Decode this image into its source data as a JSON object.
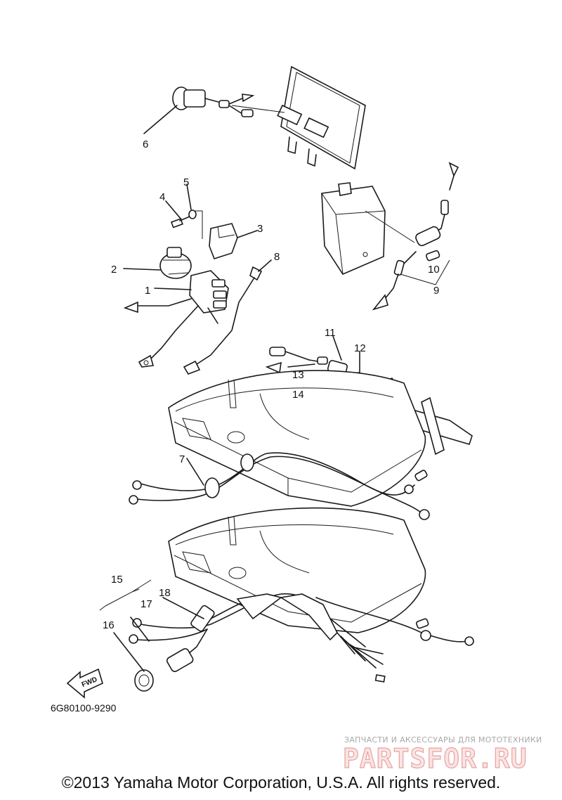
{
  "diagram": {
    "callouts": [
      "1",
      "2",
      "3",
      "4",
      "5",
      "6",
      "7",
      "8",
      "9",
      "10",
      "11",
      "12",
      "13",
      "14",
      "15",
      "16",
      "17",
      "18"
    ],
    "fwd_label": "FWD",
    "drawing_code": "6G80100-9290"
  },
  "watermark": {
    "tagline": "ЗАПЧАСТИ И АКСЕССУАРЫ ДЛЯ МОТОТЕХНИКИ",
    "logo": "PARTSFOR.RU"
  },
  "footer": {
    "copyright": "©2013 Yamaha Motor Corporation, U.S.A. All rights reserved."
  }
}
